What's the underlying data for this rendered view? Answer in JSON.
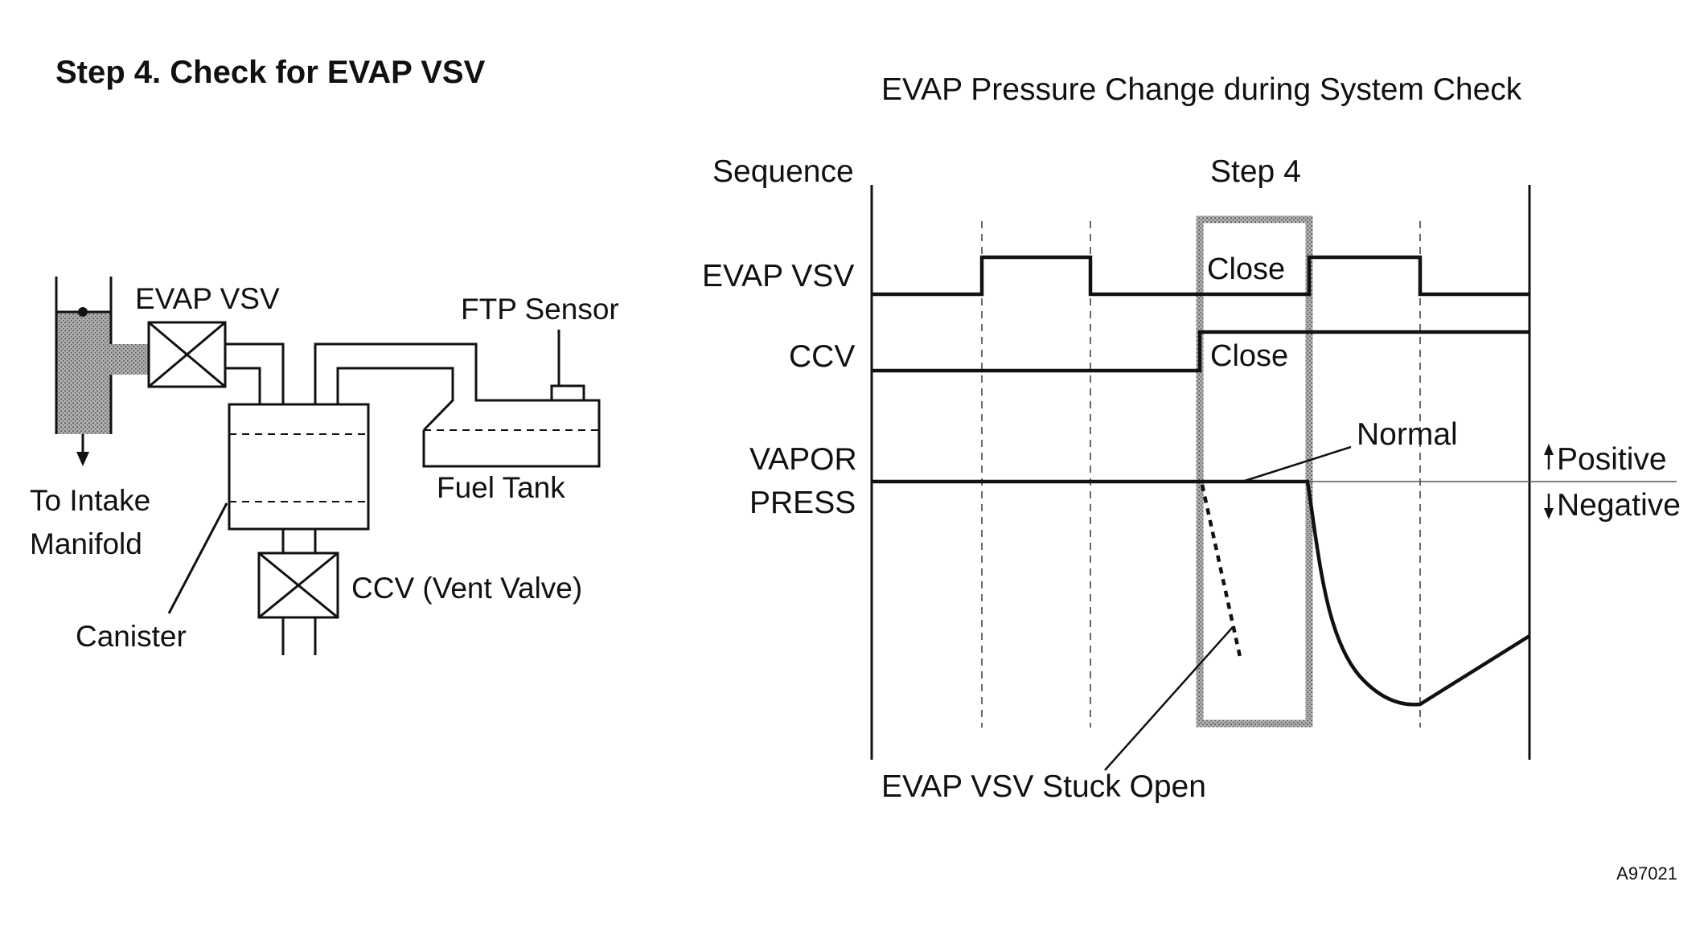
{
  "title": "Step 4. Check for EVAP VSV",
  "chart_title": "EVAP Pressure Change during System Check",
  "schematic": {
    "evap_vsv": "EVAP VSV",
    "ftp_sensor": "FTP Sensor",
    "intake": [
      "To Intake",
      "Manifold"
    ],
    "fuel_tank": "Fuel Tank",
    "ccv": "CCV (Vent Valve)",
    "canister": "Canister"
  },
  "timing": {
    "sequence_label": "Sequence",
    "step_label": "Step 4",
    "rows": {
      "evap_vsv": "EVAP VSV",
      "ccv": "CCV",
      "vapor": [
        "VAPOR",
        "PRESS"
      ]
    },
    "close_label_vsv": "Close",
    "close_label_ccv": "Close",
    "normal_label": "Normal",
    "positive_label": "Positive",
    "negative_label": "Negative",
    "stuck_open_label": "EVAP VSV Stuck Open"
  },
  "figure_id": "A97021",
  "colors": {
    "ink": "#111111",
    "shading": "#9a9a9a",
    "background": "#ffffff"
  }
}
